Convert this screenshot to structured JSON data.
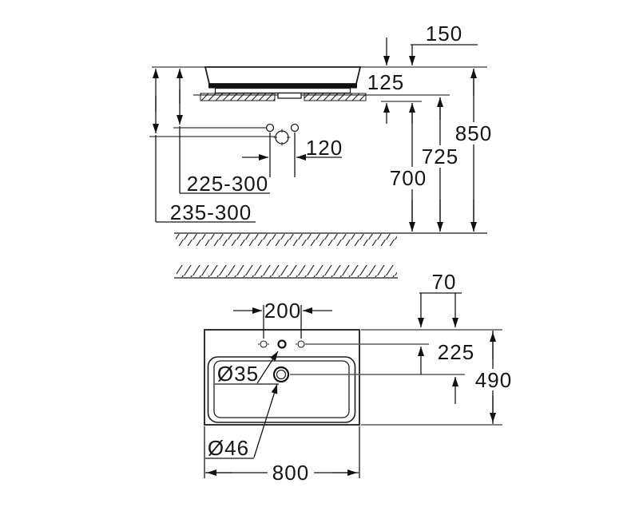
{
  "drawing": {
    "title": "washbasin-installation-dimension-drawing",
    "colors": {
      "background": "#ffffff",
      "line": "#1c1c1c",
      "reference_line": "#5a5a5a",
      "text": "#161616"
    }
  },
  "side_view": {
    "offset_150": "150",
    "height_125": "125",
    "height_850": "850",
    "height_725": "725",
    "height_700": "700",
    "hole_spacing_120": "120",
    "range_upper": "225-300",
    "range_lower": "235-300"
  },
  "plan_view": {
    "offset_70": "70",
    "hole_spacing_200": "200",
    "depth_225": "225",
    "depth_490": "490",
    "width_800": "800",
    "tap_hole_diameter": "Ø35",
    "drain_diameter": "Ø46"
  }
}
